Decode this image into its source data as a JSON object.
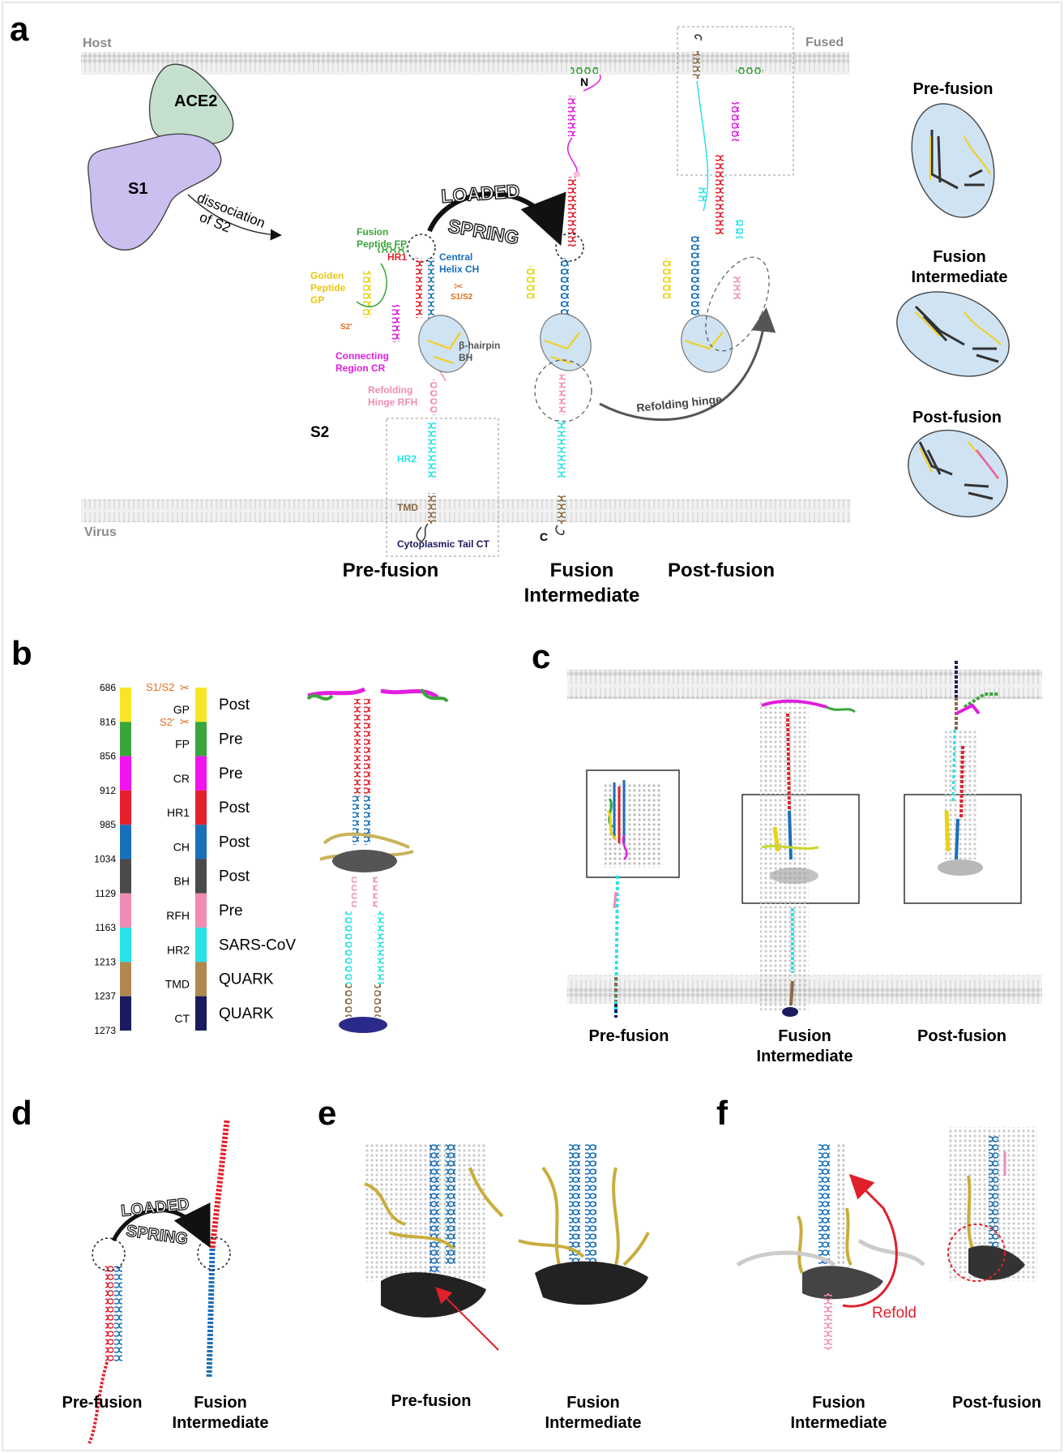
{
  "panels": {
    "a": "a",
    "b": "b",
    "c": "c",
    "d": "d",
    "e": "e",
    "f": "f"
  },
  "membranes": {
    "host": "Host",
    "fused": "Fused",
    "virus": "Virus"
  },
  "panel_a": {
    "ace2": "ACE2",
    "s1": "S1",
    "dissociation_line1": "dissociation",
    "dissociation_line2": "of  S2",
    "loaded": "LOADED",
    "spring": "SPRING",
    "s2": "S2",
    "fusion_peptide_1": "Fusion",
    "fusion_peptide_2": "Peptide FP",
    "hr1": "HR1",
    "central_helix_1": "Central",
    "central_helix_2": "Helix CH",
    "golden_peptide_1": "Golden",
    "golden_peptide_2": "Peptide",
    "golden_peptide_3": "GP",
    "s1s2": "S1/S2",
    "s2prime": "S2'",
    "beta_hairpin_1": "β-hairpin",
    "beta_hairpin_2": "BH",
    "connecting_region_1": "Connecting",
    "connecting_region_2": "Region CR",
    "refolding_hinge_1": "Refolding",
    "refolding_hinge_2": "Hinge RFH",
    "hr2": "HR2",
    "tmd": "TMD",
    "cytoplasmic_tail": "Cytoplasmic Tail CT",
    "n_term": "N",
    "c_term": "C",
    "refolding_hinge_arrow": "Refolding hinge",
    "caption_prefusion": "Pre-fusion",
    "caption_intermediate_1": "Fusion",
    "caption_intermediate_2": "Intermediate",
    "caption_postfusion": "Post-fusion",
    "side_prefusion": "Pre-fusion",
    "side_intermediate_1": "Fusion",
    "side_intermediate_2": "Intermediate",
    "side_postfusion": "Post-fusion"
  },
  "panel_b": {
    "scale_numbers": [
      "686",
      "816",
      "856",
      "912",
      "985",
      "1034",
      "1129",
      "1163",
      "1213",
      "1237",
      "1273"
    ],
    "cleavage_s1s2": "S1/S2",
    "cleavage_s2prime": "S2'",
    "domains": [
      {
        "abbr": "GP",
        "source": "Post",
        "color": "#f7e627"
      },
      {
        "abbr": "FP",
        "source": "Pre",
        "color": "#3aa53a"
      },
      {
        "abbr": "CR",
        "source": "Pre",
        "color": "#f014f0"
      },
      {
        "abbr": "HR1",
        "source": "Post",
        "color": "#e3202b"
      },
      {
        "abbr": "CH",
        "source": "Post",
        "color": "#1a6fba"
      },
      {
        "abbr": "BH",
        "source": "Post",
        "color": "#4a4a4a"
      },
      {
        "abbr": "RFH",
        "source": "Pre",
        "color": "#f08cb4"
      },
      {
        "abbr": "HR2",
        "source": "SARS-CoV",
        "color": "#28e2e6"
      },
      {
        "abbr": "TMD",
        "source": "QUARK",
        "color": "#b08850"
      },
      {
        "abbr": "CT",
        "source": "QUARK",
        "color": "#1a1a5e"
      }
    ]
  },
  "panel_c": {
    "cap_pre": "Pre-fusion",
    "cap_int_1": "Fusion",
    "cap_int_2": "Intermediate",
    "cap_post": "Post-fusion"
  },
  "panel_d": {
    "loaded": "LOADED",
    "spring": "SPRING",
    "cap_pre": "Pre-fusion",
    "cap_int_1": "Fusion",
    "cap_int_2": "Intermediate"
  },
  "panel_e": {
    "cap_pre": "Pre-fusion",
    "cap_int_1": "Fusion",
    "cap_int_2": "Intermediate"
  },
  "panel_f": {
    "refold": "Refold",
    "cap_int_1": "Fusion",
    "cap_int_2": "Intermediate",
    "cap_post": "Post-fusion"
  },
  "colors": {
    "gp": "#f7e627",
    "fp": "#3aa53a",
    "cr": "#e01ee0",
    "hr1": "#e3202b",
    "ch": "#1a6fba",
    "bh": "#4a4a4a",
    "rfh": "#f08cb4",
    "hr2": "#28e2e6",
    "tmd": "#8b6a45",
    "ct": "#1a1a5e",
    "ace2": "#c6e0d0",
    "s1": "#cbbff0",
    "membrane": "#e2e2e2",
    "bubble": "#cfe3f3",
    "orange": "#e0701e"
  }
}
